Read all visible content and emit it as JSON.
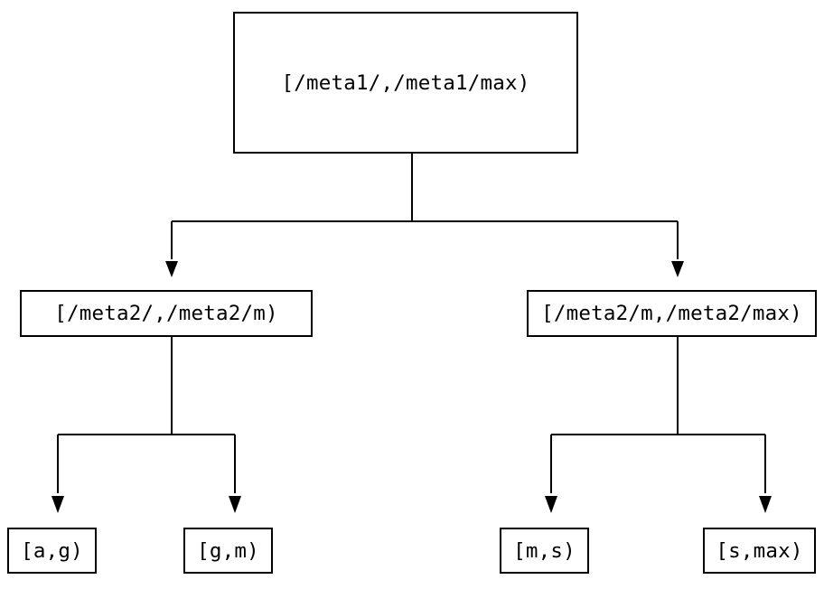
{
  "diagram": {
    "type": "binary-range-tree",
    "background_color": "#ffffff",
    "line_color": "#000000",
    "text_color": "#000000",
    "nodes": {
      "root": {
        "label": "[/meta1/,/meta1/max)"
      },
      "mid_left": {
        "label": "[/meta2/,/meta2/m)"
      },
      "mid_right": {
        "label": "[/meta2/m,/meta2/max)"
      },
      "leaf_ag": {
        "label": "[a,g)"
      },
      "leaf_gm": {
        "label": "[g,m)"
      },
      "leaf_ms": {
        "label": "[m,s)"
      },
      "leaf_smax": {
        "label": "[s,max)"
      }
    },
    "edges": [
      {
        "from": "root",
        "to": "mid_left"
      },
      {
        "from": "root",
        "to": "mid_right"
      },
      {
        "from": "mid_left",
        "to": "leaf_ag"
      },
      {
        "from": "mid_left",
        "to": "leaf_gm"
      },
      {
        "from": "mid_right",
        "to": "leaf_ms"
      },
      {
        "from": "mid_right",
        "to": "leaf_smax"
      }
    ]
  }
}
